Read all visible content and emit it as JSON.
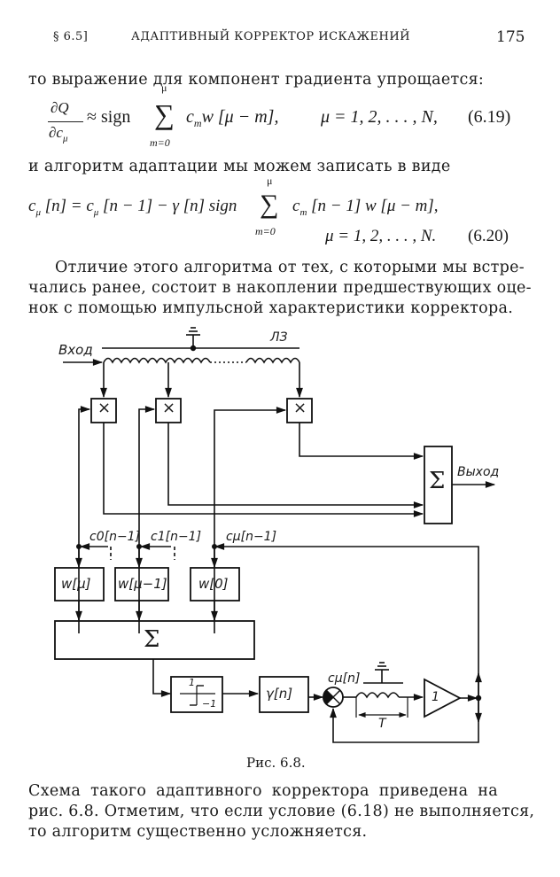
{
  "header": {
    "section": "§ 6.5]",
    "title": "АДАПТИВНЫЙ КОРРЕКТОР ИСКАЖЕНИЙ",
    "page_number": "175"
  },
  "paragraph1": "то выражение для компонент градиента упрощается:",
  "equation_6_19": {
    "lhs_num": "∂Q",
    "lhs_den": "∂c",
    "lhs_den_sub": "μ",
    "approx": "≈ sign",
    "sum_upper": "μ",
    "sum_lower": "m=0",
    "sum_body": "c",
    "sum_body_sub": "m",
    "sum_rest": "w [μ − m],",
    "range": "μ = 1, 2, . . . , N,",
    "number": "(6.19)"
  },
  "paragraph2": "и алгоритм адаптации мы можем записать в виде",
  "equation_6_20": {
    "lhs": "c",
    "lhs_sub": "μ",
    "lhs_rest": " [n] = c",
    "rhs_sub": "μ",
    "rhs_rest": " [n − 1] − γ [n] sign",
    "sum_upper": "μ",
    "sum_lower": "m=0",
    "sum_body": "c",
    "sum_body_sub": "m",
    "sum_rest": " [n − 1] w [μ − m],",
    "range": "μ = 1, 2, . . . , N.",
    "number": "(6.20)"
  },
  "paragraph3": [
    "Отличие этого алгоритма от тех, с которыми мы встре-",
    "чались ранее, состоит в накоплении предшествующих оце-",
    "нок с помощью импульсной характеристики корректора."
  ],
  "figure": {
    "input_label": "Вход",
    "delay_line_label": "ЛЗ",
    "output_label": "Выход",
    "multiplier_symbol": "×",
    "sum_symbol": "Σ",
    "coef_labels": [
      "c0[n−1]",
      "c1[n−1]",
      "cμ[n−1]"
    ],
    "weight_blocks": [
      "w[μ]",
      "w[μ−1]",
      "w[0]"
    ],
    "sign_block_values": [
      "1",
      "−1"
    ],
    "gamma_block": "γ[n]",
    "accumulator_label": "cμ[n]",
    "delay_label": "T",
    "amplifier_gain": "1",
    "caption": "Рис. 6.8."
  },
  "paragraph4": [
    "Схема такого адаптивного корректора приведена на",
    "рис. 6.8. Отметим, что если условие (6.18) не выполняется,",
    "то алгоритм существенно усложняется."
  ]
}
